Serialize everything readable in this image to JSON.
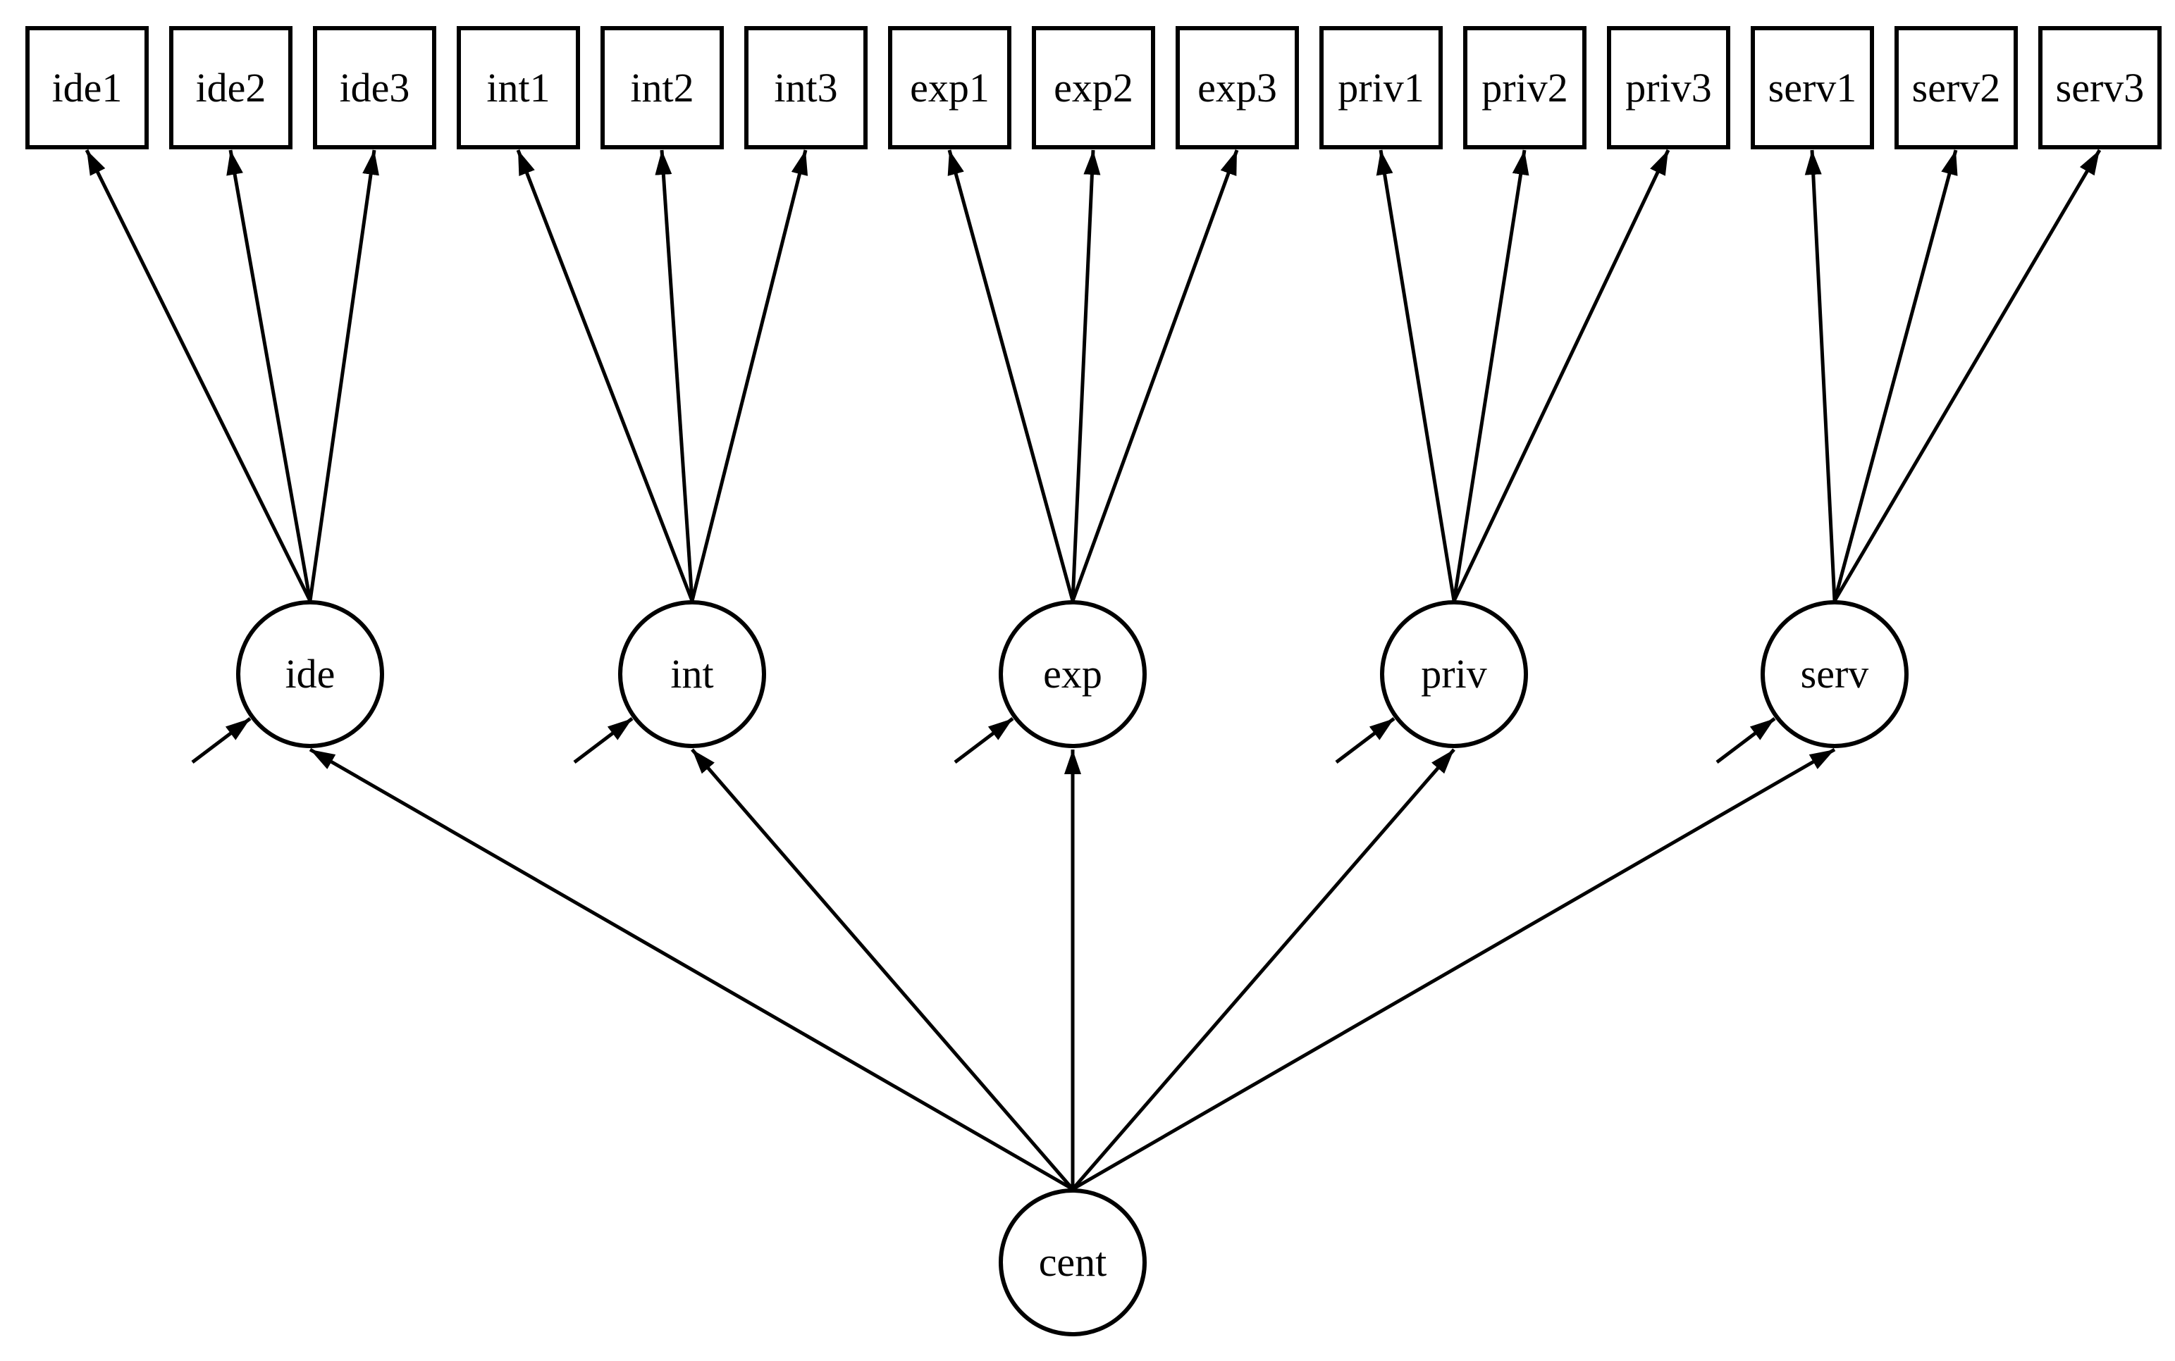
{
  "nodes": {
    "observed": [
      "ide1",
      "ide2",
      "ide3",
      "int1",
      "int2",
      "int3",
      "exp1",
      "exp2",
      "exp3",
      "priv1",
      "priv2",
      "priv3",
      "serv1",
      "serv2",
      "serv3"
    ],
    "factors": [
      "ide",
      "int",
      "exp",
      "priv",
      "serv"
    ],
    "second_order_factor": "cent"
  },
  "model": {
    "type": "second-order confirmatory factor analysis path diagram",
    "second_order_factor": "cent",
    "first_order_factors": [
      {
        "label": "ide",
        "indicators": [
          "ide1",
          "ide2",
          "ide3"
        ],
        "has_residual_arrow": true
      },
      {
        "label": "int",
        "indicators": [
          "int1",
          "int2",
          "int3"
        ],
        "has_residual_arrow": true
      },
      {
        "label": "exp",
        "indicators": [
          "exp1",
          "exp2",
          "exp3"
        ],
        "has_residual_arrow": true
      },
      {
        "label": "priv",
        "indicators": [
          "priv1",
          "priv2",
          "priv3"
        ],
        "has_residual_arrow": true
      },
      {
        "label": "serv",
        "indicators": [
          "serv1",
          "serv2",
          "serv3"
        ],
        "has_residual_arrow": true
      }
    ],
    "arrow_direction": "factors point to indicators; cent points to factors",
    "colors": {
      "stroke": "#000000",
      "fill": "#ffffff"
    }
  }
}
